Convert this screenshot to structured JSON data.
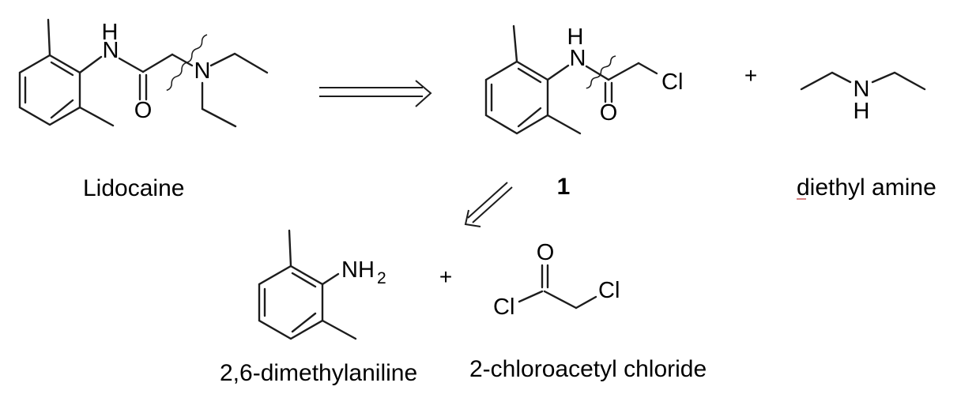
{
  "scheme": {
    "colors": {
      "background": "#ffffff",
      "bond": "#1c1c1c",
      "text": "#000000"
    },
    "molecules": {
      "lidocaine": {
        "name": "Lidocaine",
        "atoms": {
          "amide_h": "H",
          "amide_n": "N",
          "carbonyl_o": "O",
          "amine_n": "N"
        }
      },
      "compound_1": {
        "name": "1",
        "atoms": {
          "amide_h": "H",
          "amide_n": "N",
          "carbonyl_o": "O",
          "cl": "Cl"
        }
      },
      "diethyl_amine": {
        "name": "diethyl amine",
        "atoms": {
          "n": "N",
          "h": "H"
        }
      },
      "dimethylaniline": {
        "name": "2,6-dimethylaniline",
        "atoms": {
          "nh": "NH",
          "nh_sub": "2"
        }
      },
      "chloroacetyl_chloride": {
        "name": "2-chloroacetyl chloride",
        "atoms": {
          "o": "O",
          "cl_left": "Cl",
          "cl_right": "Cl"
        }
      }
    },
    "operators": {
      "plus_top": "+",
      "plus_bottom": "+"
    }
  }
}
